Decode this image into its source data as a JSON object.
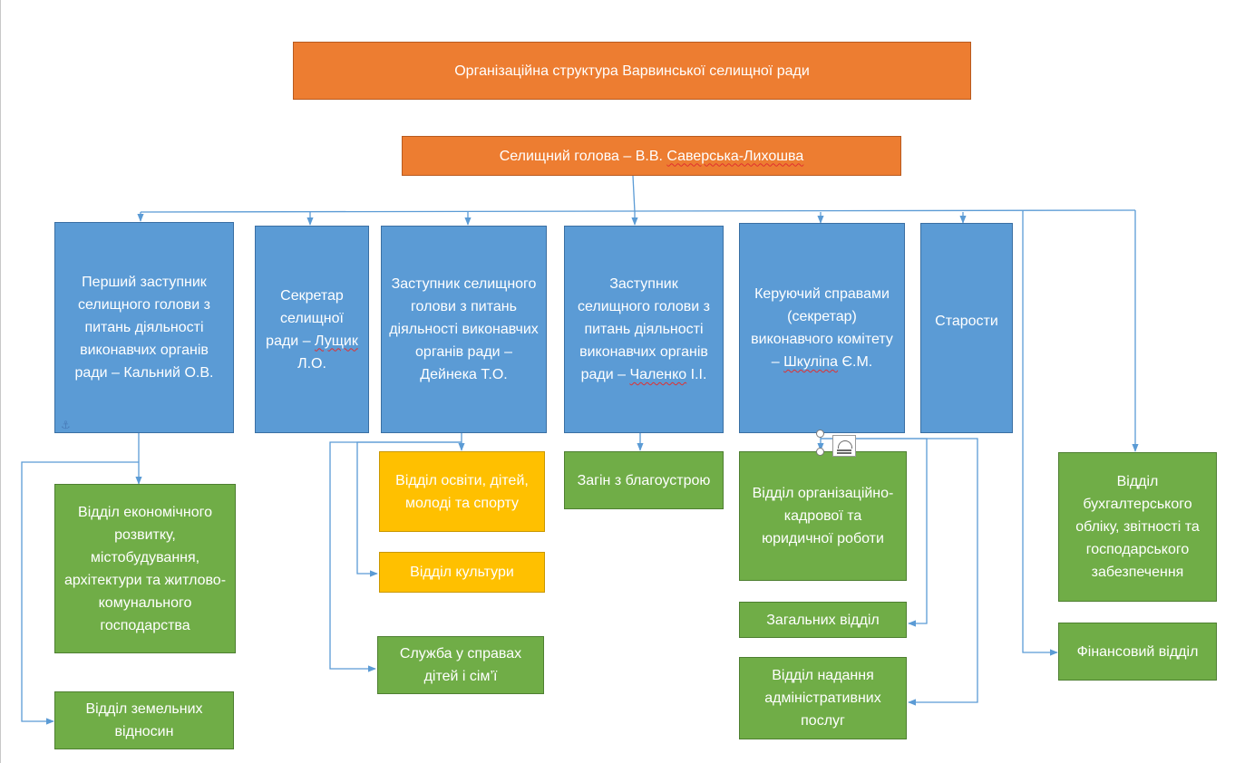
{
  "diagram": {
    "title": "Організаційна структура Варвинської селищної ради",
    "head": {
      "prefix": "Селищний голова – В.В. ",
      "name": "Саверська-Лихошва"
    },
    "deputy1": "Перший заступник селищного голови з питань діяльності виконавчих органів ради – Кальний О.В.",
    "secretary": {
      "prefix": "Секретар селищної ради – ",
      "name": "Лущик",
      "suffix": " Л.О."
    },
    "deputy2": "Заступник селищного голови з питань діяльності виконавчих органів ради – Дейнека Т.О.",
    "deputy3": {
      "prefix": "Заступник селищного голови з питань діяльності виконавчих органів ради – ",
      "name": "Чаленко",
      "suffix": " І.І."
    },
    "manager": {
      "prefix": "Керуючий справами (секретар) виконавчого комітету – ",
      "name": "Шкуліпа",
      "suffix": " Є.М."
    },
    "elders": "Старости",
    "dept_economy": "Відділ економічного розвитку, містобудування, архітектури та житлово-комунального господарства",
    "dept_land": "Відділ земельних відносин",
    "dept_education": "Відділ освіти, дітей, молоді та спорту",
    "dept_culture": "Відділ культури",
    "dept_children": "Служба у справах дітей і сім’ї",
    "dept_improvement": "Загін з благоустрою",
    "dept_hr": "Відділ організаційно-кадрової та юридичної роботи",
    "dept_general": "Загальних відділ",
    "dept_admin": "Відділ надання адміністративних послуг",
    "dept_accounting": "Відділ бухгалтерського обліку, звітності та господарського забезпечення",
    "dept_finance": "Фінансовий відділ"
  },
  "colors": {
    "orange": "#ed7d31",
    "blue": "#5b9bd5",
    "green": "#70ad47",
    "yellow": "#ffc000",
    "connector": "#5b9bd5"
  },
  "icons": {
    "anchor": "anchor-icon",
    "layout": "layout-options-icon"
  }
}
